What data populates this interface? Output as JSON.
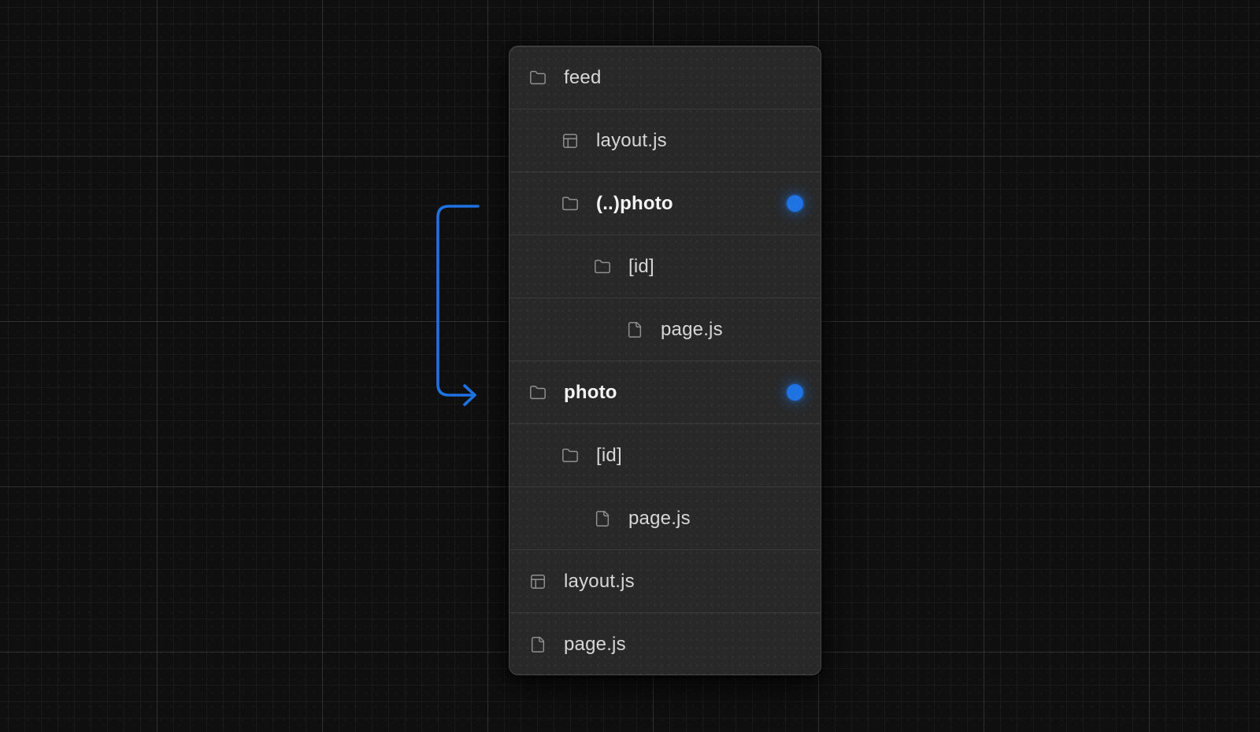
{
  "file_tree": {
    "rows": [
      {
        "label": "feed",
        "icon": "folder",
        "level": 0,
        "bold": false,
        "active_dot": false
      },
      {
        "label": "layout.js",
        "icon": "layout",
        "level": 1,
        "bold": false,
        "active_dot": false
      },
      {
        "label": "(..)photo",
        "icon": "folder",
        "level": 1,
        "bold": true,
        "active_dot": true
      },
      {
        "label": "[id]",
        "icon": "folder",
        "level": 2,
        "bold": false,
        "active_dot": false
      },
      {
        "label": "page.js",
        "icon": "file",
        "level": 3,
        "bold": false,
        "active_dot": false
      },
      {
        "label": "photo",
        "icon": "folder",
        "level": 0,
        "bold": true,
        "active_dot": true
      },
      {
        "label": "[id]",
        "icon": "folder",
        "level": 1,
        "bold": false,
        "active_dot": false
      },
      {
        "label": "page.js",
        "icon": "file",
        "level": 2,
        "bold": false,
        "active_dot": false
      },
      {
        "label": "layout.js",
        "icon": "layout",
        "level": 0,
        "bold": false,
        "active_dot": false
      },
      {
        "label": "page.js",
        "icon": "file",
        "level": 0,
        "bold": false,
        "active_dot": false
      }
    ]
  },
  "annotation_arrow": {
    "from_label": "(..)photo",
    "to_label": "photo",
    "color": "#1f72e2"
  },
  "colors": {
    "accent_blue": "#1f72e2",
    "panel_background": "#282828",
    "canvas_background": "#0f0f0f"
  }
}
